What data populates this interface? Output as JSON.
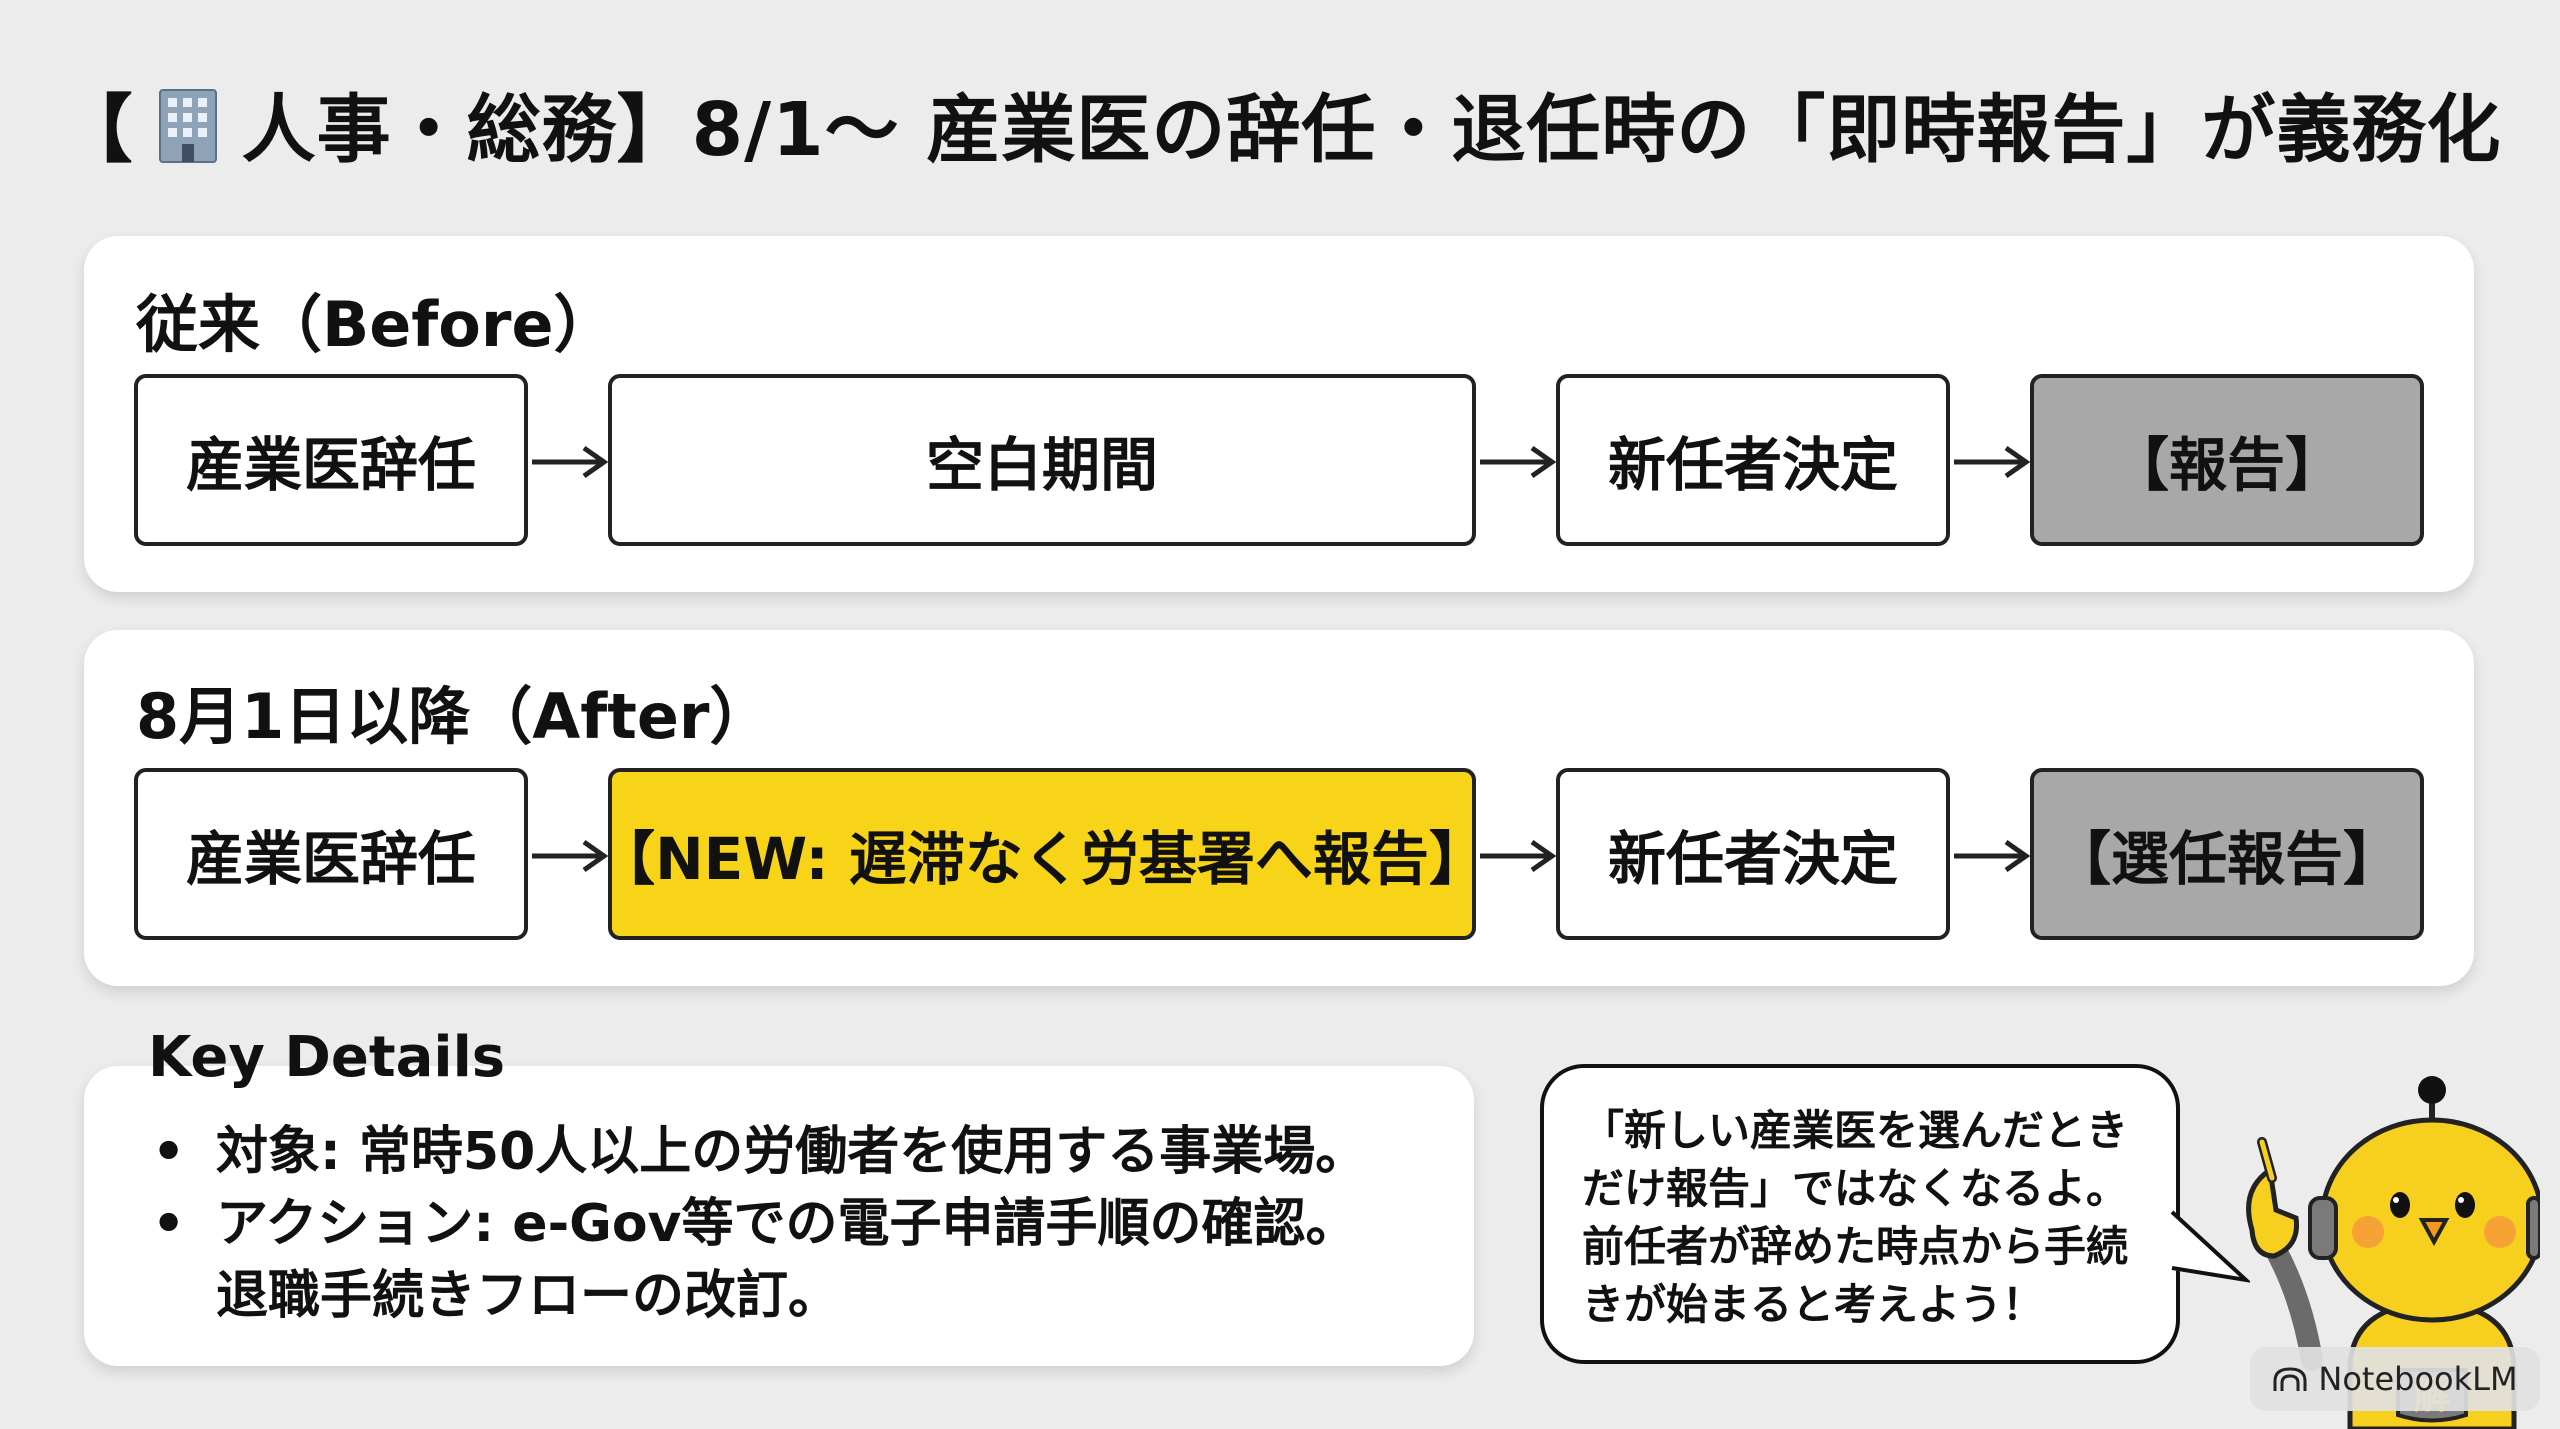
{
  "title": {
    "open_bracket": "【",
    "icon": "office-building-icon",
    "text": "人事・総務】8/1〜 産業医の辞任・退任時の「即時報告」が義務化"
  },
  "before": {
    "label": "従来（Before）",
    "steps": [
      "産業医辞任",
      "空白期間",
      "新任者決定",
      "【報告】"
    ]
  },
  "after": {
    "label": "8月1日以降（After）",
    "steps": [
      "産業医辞任",
      "【NEW: 遅滞なく労基署へ報告】",
      "新任者決定",
      "【選任報告】"
    ]
  },
  "key_details": {
    "label": "Key Details",
    "bullet": "•",
    "items": [
      "対象: 常時50人以上の労働者を使用する事業場。",
      "アクション: e-Gov等での電子申請手順の確認。退職手続きフローの改訂。"
    ]
  },
  "bubble": {
    "text": "「新しい産業医を選んだときだけ報告」ではなくなるよ。前任者が辞めた時点から手続きが始まると考えよう！"
  },
  "mascot": {
    "icon": "robot-mascot-icon",
    "emblem": "解"
  },
  "badge": {
    "icon": "notebooklm-logo-icon",
    "text": "NotebookLM"
  },
  "colors": {
    "highlight": "#f7d417",
    "report_box": "#a8a8a8",
    "background": "#ececec"
  }
}
